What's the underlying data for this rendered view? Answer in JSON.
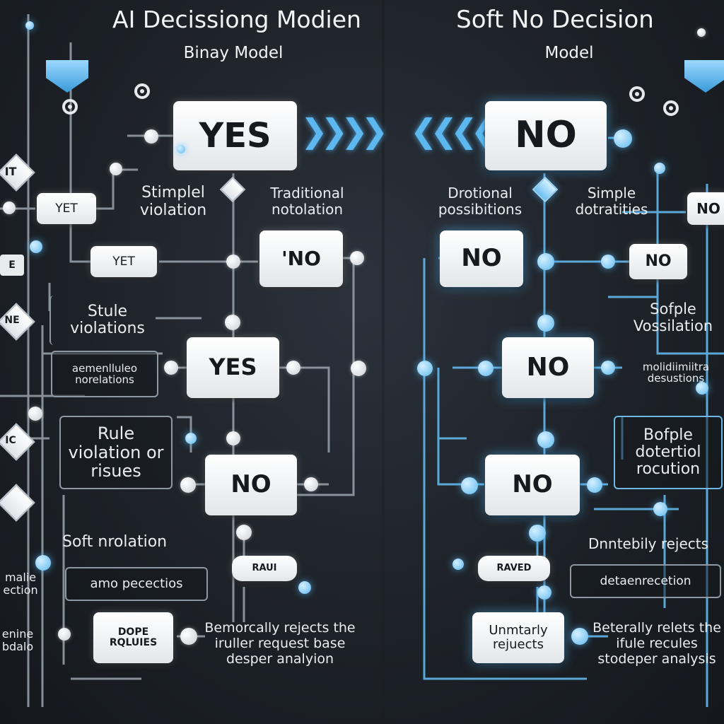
{
  "left": {
    "title": "AI Decissiong Modien",
    "subtitle": "Binay Model",
    "yes_top": "YES",
    "yet_small": "YET",
    "yet_mid": "YET",
    "no_small": "'NO",
    "yes_mid": "YES",
    "no_mid": "NO",
    "label_stimplel": "Stimplel violation",
    "label_traditional": "Traditional notolation",
    "label_stule": "Stule violations",
    "label_generated": "aemenlluleo norelations",
    "label_rule": "Rule violation or risues",
    "label_soft": "Soft nrolation",
    "label_amo": "amo pecectios",
    "box_dope": "DOPE RQLUIES",
    "pill_label": "RAUI",
    "bottom_text": "Bemorcally rejects the iruller request base desper analyion",
    "side_it": "IT",
    "side_ne": "NE",
    "side_e": "E",
    "side_ic": "IC",
    "side_bottom1": "malie ection",
    "side_bottom2": "enine bdalo"
  },
  "right": {
    "title": "Soft No Decision",
    "subtitle": "Model",
    "no_top": "NO",
    "no_left": "NO",
    "no_small": "NO",
    "no_mid": "NO",
    "no_low": "NO",
    "side_no": "NO",
    "label_drotional": "Drotional possibitions",
    "label_simple": "Simple dotratities",
    "label_sofple": "Sofple Vossilation",
    "label_generated": "molidiimiitra desustions",
    "label_bofple": "Bofple dotertiol rocution",
    "label_dnnebly": "Dnntebily rejects",
    "label_deta": "detaenrecetion",
    "pill_label": "RAVED",
    "box_unmerly": "Unmtarly rejuects",
    "bottom_text": "Beterally relets the ifule recules stodeper analysis"
  }
}
